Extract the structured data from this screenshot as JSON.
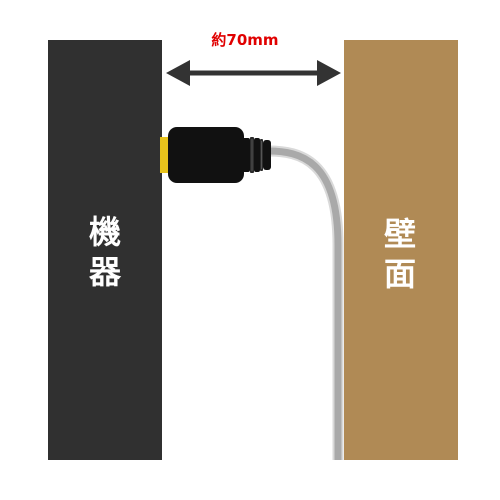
{
  "dimension": {
    "label": "約70mm",
    "label_color": "#e00000",
    "arrow_color": "#333333"
  },
  "device": {
    "label_line1": "機",
    "label_line2": "器",
    "color": "#303030"
  },
  "wall": {
    "label_line1": "壁",
    "label_line2": "面",
    "color": "#b08a55"
  },
  "cable": {
    "connector_color": "#111111",
    "collar_color": "#e8c31c",
    "cable_color": "#a9a9a9"
  },
  "icons": [
    "device-block",
    "wall-block",
    "dimension-arrow",
    "connector",
    "cable"
  ]
}
